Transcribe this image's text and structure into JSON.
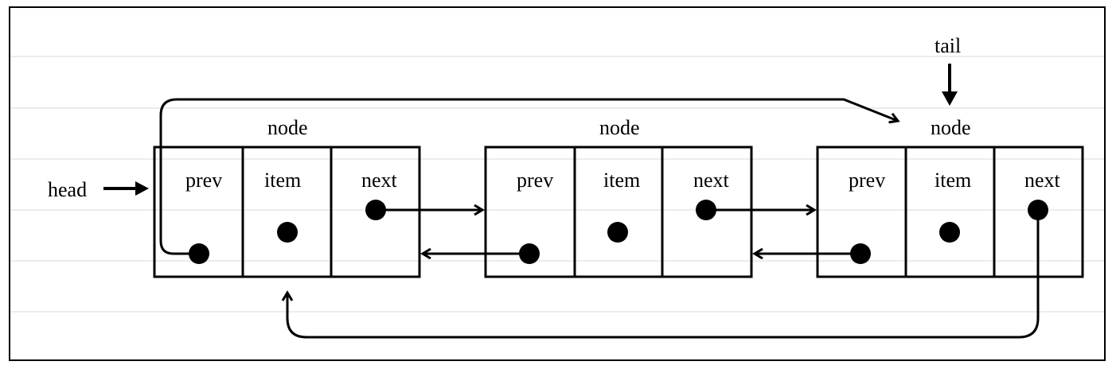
{
  "pointers": {
    "head": "head",
    "tail": "tail"
  },
  "nodes": [
    {
      "title": "node",
      "fields": [
        "prev",
        "item",
        "next"
      ]
    },
    {
      "title": "node",
      "fields": [
        "prev",
        "item",
        "next"
      ]
    },
    {
      "title": "node",
      "fields": [
        "prev",
        "item",
        "next"
      ]
    }
  ],
  "colors": {
    "ink": "#000000",
    "background": "#ffffff",
    "guide_lines": "#d9d9d9"
  }
}
